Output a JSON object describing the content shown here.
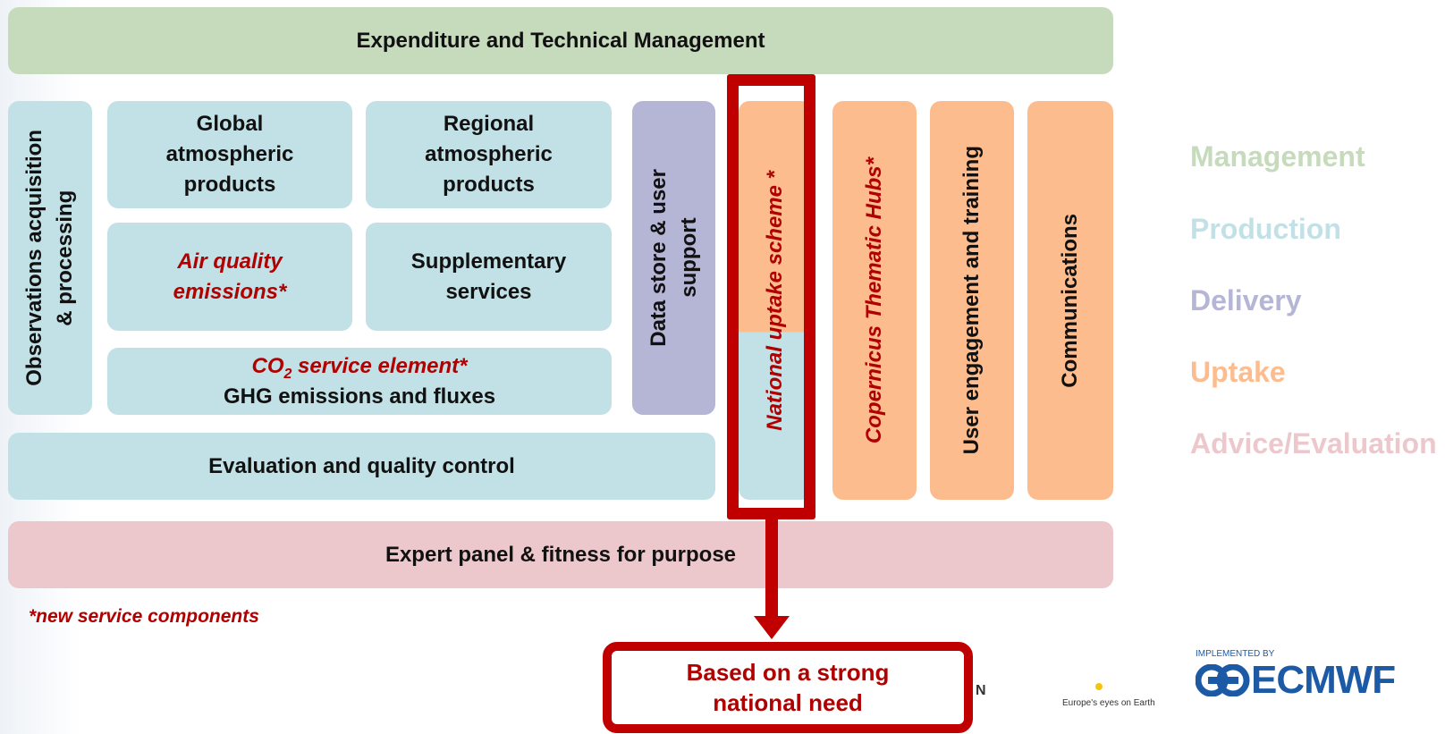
{
  "boxes": {
    "management": "Expenditure and Technical Management",
    "observations": "Observations acquisition\n& processing",
    "global": "Global\natmospheric\nproducts",
    "regional": "Regional\natmospheric\nproducts",
    "air_quality": "Air quality\nemissions*",
    "supplementary": "Supplementary\nservices",
    "co2_prefix": "CO",
    "co2_sub": "2",
    "co2_suffix": " service element*",
    "ghg": "GHG emissions and fluxes",
    "data_store": "Data store & user\nsupport",
    "national_uptake": "National uptake scheme *",
    "thematic_hubs": "Copernicus Thematic Hubs*",
    "user_engagement": "User engagement and training",
    "communications": "Communications",
    "evaluation": "Evaluation and quality control",
    "expert_panel": "Expert panel & fitness for purpose"
  },
  "legend": [
    {
      "label": "Management",
      "color": "#c5dbbb"
    },
    {
      "label": "Production",
      "color": "#c2e1e6"
    },
    {
      "label": "Delivery",
      "color": "#b5b5d6"
    },
    {
      "label": "Uptake",
      "color": "#fdbc8d"
    },
    {
      "label": "Advice/Evaluation",
      "color": "#ecc8cc"
    }
  ],
  "note": "*new service components",
  "callout": "Based on a strong\nnational need",
  "footer": {
    "partial_text": "N",
    "copernicus_tagline": "Europe's eyes on Earth",
    "implemented_by": "IMPLEMENTED BY",
    "ecmwf": "ECMWF"
  }
}
